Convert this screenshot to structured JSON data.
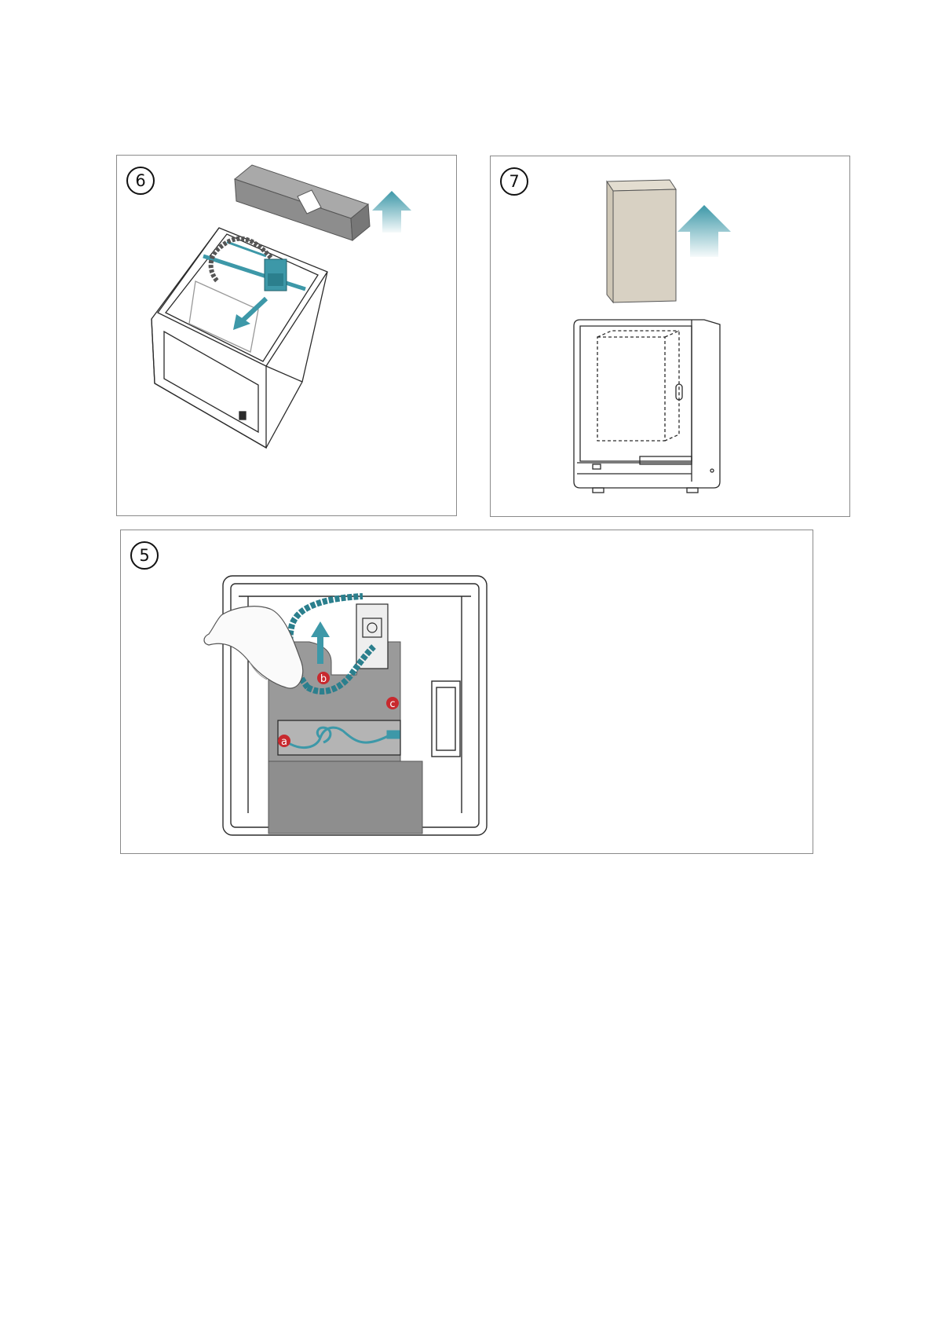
{
  "steps": {
    "step6": "6",
    "step7": "7",
    "step5": "5"
  },
  "callouts": {
    "a": "a",
    "b": "b",
    "c": "c"
  },
  "colors": {
    "teal": "#3d98a8",
    "foam": "#8d8d8d",
    "box": "#d8d1c3",
    "callout_red": "#c8292e",
    "line": "#2b2b2b",
    "border": "#8a8a8a"
  },
  "icons": [
    "arrow-up-icon",
    "arrow-down-left-icon",
    "drag-chain-icon",
    "power-cable-icon",
    "hand-icon"
  ]
}
